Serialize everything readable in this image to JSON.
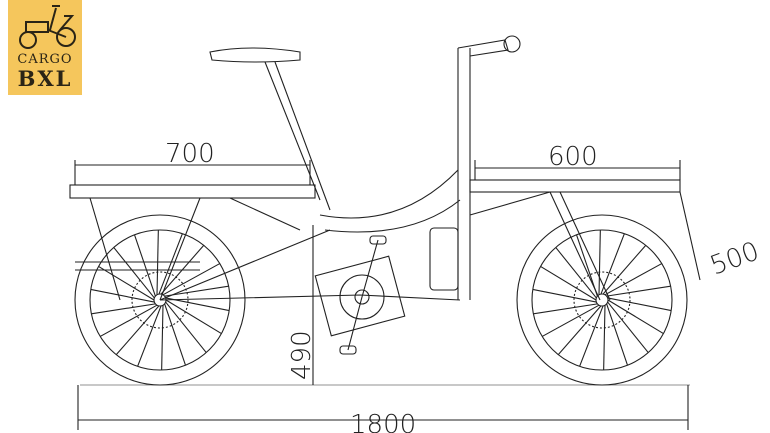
{
  "logo": {
    "line1": "CARGO",
    "line2": "BXL"
  },
  "dimensions": {
    "rear_rack_length": "700",
    "front_rack_length": "600",
    "front_rack_height": "500",
    "frame_height": "490",
    "total_length": "1800"
  },
  "colors": {
    "logo_bg": "#F5C65C",
    "line": "#222222"
  }
}
